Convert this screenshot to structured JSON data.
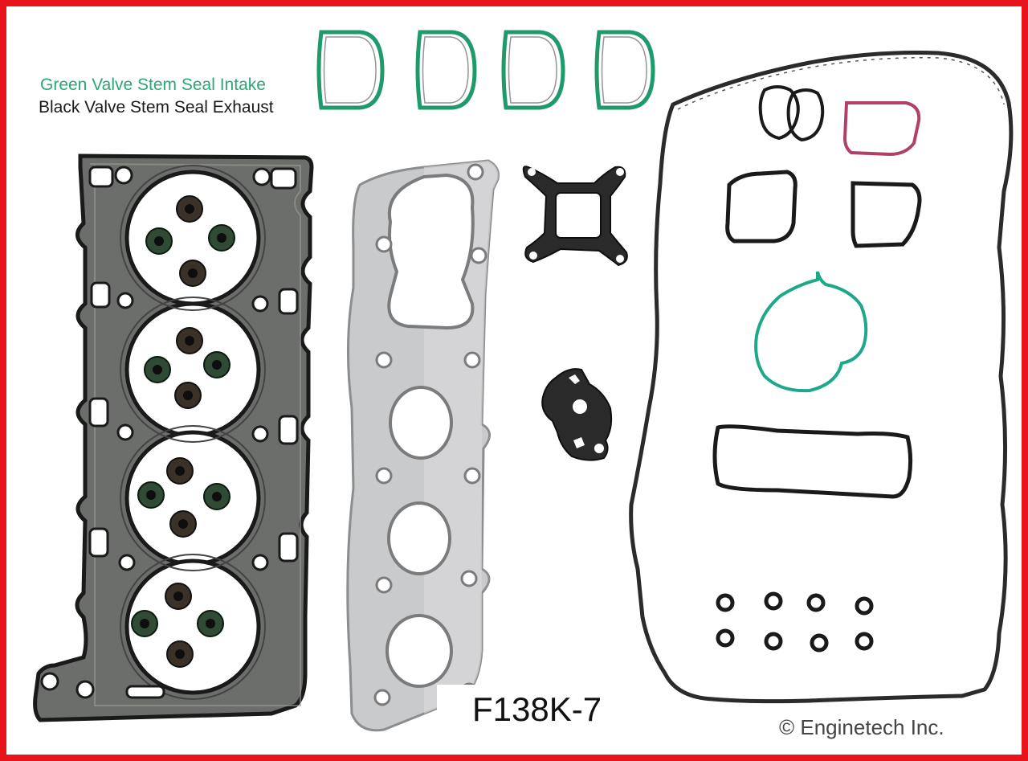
{
  "captions": {
    "intake_seal": "Green Valve Stem Seal Intake",
    "exhaust_seal": "Black Valve Stem Seal Exhaust"
  },
  "part_number": "F138K-7",
  "copyright": "© Enginetech Inc.",
  "colors": {
    "border": "#e8141c",
    "green_seal": "#1f9a6a",
    "caption_green": "#2aa876",
    "black_seal": "#1a1a1a",
    "magenta_seal": "#b0406a",
    "teal_gasket": "#1ea88a",
    "head_gasket": "#6b6e6a",
    "manifold_gasket": "#c9cacb",
    "copyright_text": "#444444"
  }
}
